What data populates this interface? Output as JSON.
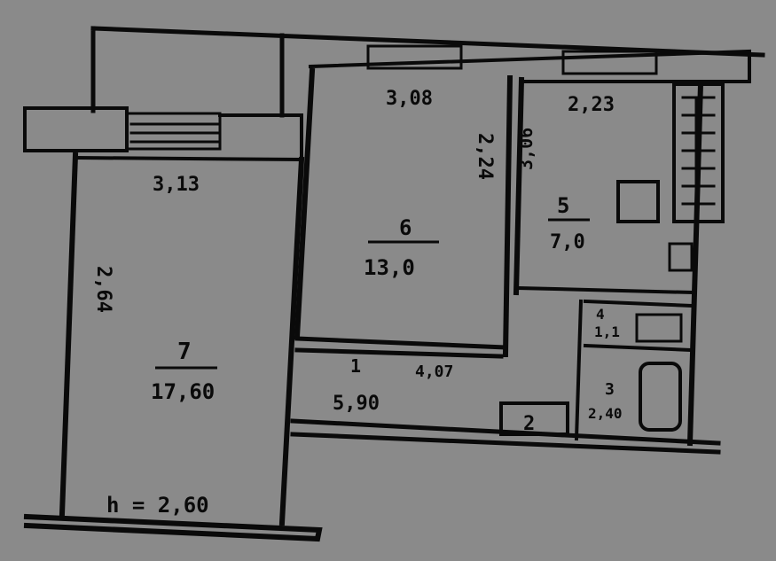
{
  "plan": {
    "ceiling_height": "h = 2,60",
    "rooms": [
      {
        "number": "7",
        "area": "17,60",
        "width": "3,13",
        "length": "2,64"
      },
      {
        "number": "6",
        "area": "13,0",
        "width": "3,08",
        "length": "2,24"
      },
      {
        "number": "5",
        "area": "7,0",
        "width": "2,23",
        "length": "3,06"
      },
      {
        "number": "1",
        "area": "5,90",
        "length": "4,07"
      },
      {
        "number": "2"
      },
      {
        "number": "4",
        "area": "1,1"
      },
      {
        "number": "3",
        "area": "2,40"
      }
    ]
  },
  "colors": {
    "paper": "#8a8a8a",
    "ink": "#0a0a0a"
  }
}
